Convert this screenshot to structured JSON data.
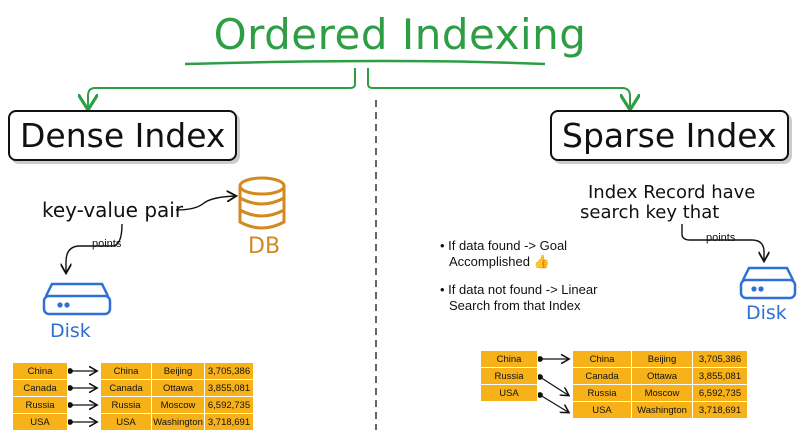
{
  "title": "Ordered Indexing",
  "dense": {
    "heading": "Dense Index",
    "kv_label": "key-value pair",
    "db_label": "DB",
    "points_label": "points",
    "disk_label": "Disk",
    "index_keys": [
      "China",
      "Canada",
      "Russia",
      "USA"
    ],
    "records": [
      [
        "China",
        "Beijing",
        "3,705,386"
      ],
      [
        "Canada",
        "Ottawa",
        "3,855,081"
      ],
      [
        "Russia",
        "Moscow",
        "6,592,735"
      ],
      [
        "USA",
        "Washington",
        "3,718,691"
      ]
    ]
  },
  "sparse": {
    "heading": "Sparse Index",
    "desc_line1": "Index Record have",
    "desc_line2": "search key that",
    "bullet1_line1": "If data found ->  Goal",
    "bullet1_line2": "Accomplished",
    "bullet2_line1": "If data not found -> Linear",
    "bullet2_line2": "Search from that Index",
    "points_label": "points",
    "disk_label": "Disk",
    "index_keys": [
      "China",
      "Russia",
      "USA"
    ],
    "records": [
      [
        "China",
        "Beijing",
        "3,705,386"
      ],
      [
        "Canada",
        "Ottawa",
        "3,855,081"
      ],
      [
        "Russia",
        "Moscow",
        "6,592,735"
      ],
      [
        "USA",
        "Washington",
        "3,718,691"
      ]
    ]
  },
  "colors": {
    "title_green": "#2e9e44",
    "db_orange": "#d28a1e",
    "disk_blue": "#2f6fd6",
    "table_fill": "#f7b21a"
  },
  "icons": [
    "database-icon",
    "disk-icon",
    "thumbs-up-icon"
  ]
}
